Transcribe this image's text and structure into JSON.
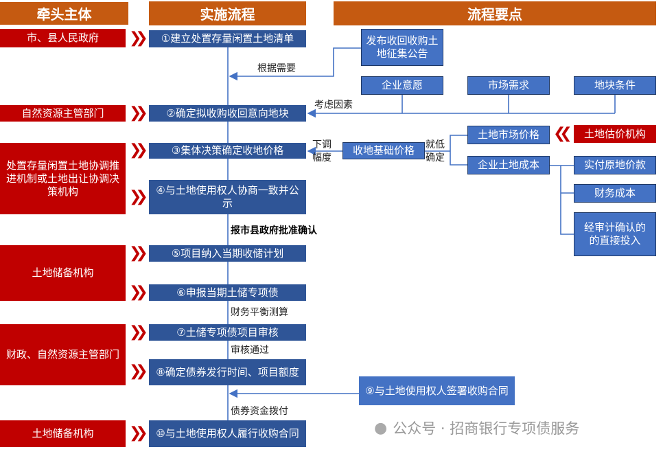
{
  "headers": {
    "lead": "牵头主体",
    "process": "实施流程",
    "points": "流程要点"
  },
  "leads": [
    "市、县人民政府",
    "自然资源主管部门",
    "处置存量闲置土地协调推进机制或土地出让协调决策机构",
    "土地储备机构",
    "财政、自然资源主管部门",
    "土地储备机构"
  ],
  "steps": [
    "①建立处置存量闲置土地清单",
    "②确定拟收购收回意向地块",
    "③集体决策确定收地价格",
    "④与土地使用权人协商一致并公示",
    "⑤项目纳入当期收储计划",
    "⑥申报当期土储专项债",
    "⑦土储专项债项目审核",
    "⑧确定债券发行时间、项目额度",
    "⑨与土地使用权人签署收购合同",
    "⑩与土地使用权人履行收购合同"
  ],
  "points": {
    "announce": "发布收回收购土地征集公告",
    "as_needed": "根据需要",
    "factors_label": "考虑因素",
    "factors": [
      "企业意愿",
      "市场需求",
      "地块条件"
    ],
    "base_price": "收地基础价格",
    "adjust_down": "下调幅度",
    "take_lower": "就低确定",
    "market_price": "土地市场价格",
    "appraiser": "土地估价机构",
    "enterprise_cost": "企业土地成本",
    "cost_items": [
      "实付原地价款",
      "财务成本",
      "经审计确认的的直接投入"
    ]
  },
  "flow_labels": {
    "approve": "报市县政府批准确认",
    "balance": "财务平衡测算",
    "passed": "审核通过",
    "funds": "债券资金拨付"
  },
  "watermark": "公众号 · 招商银行专项债服务",
  "colors": {
    "header": "#C55A11",
    "lead": "#C00000",
    "step": "#2F5597",
    "box": "#4472C4",
    "line": "#4472C4"
  }
}
